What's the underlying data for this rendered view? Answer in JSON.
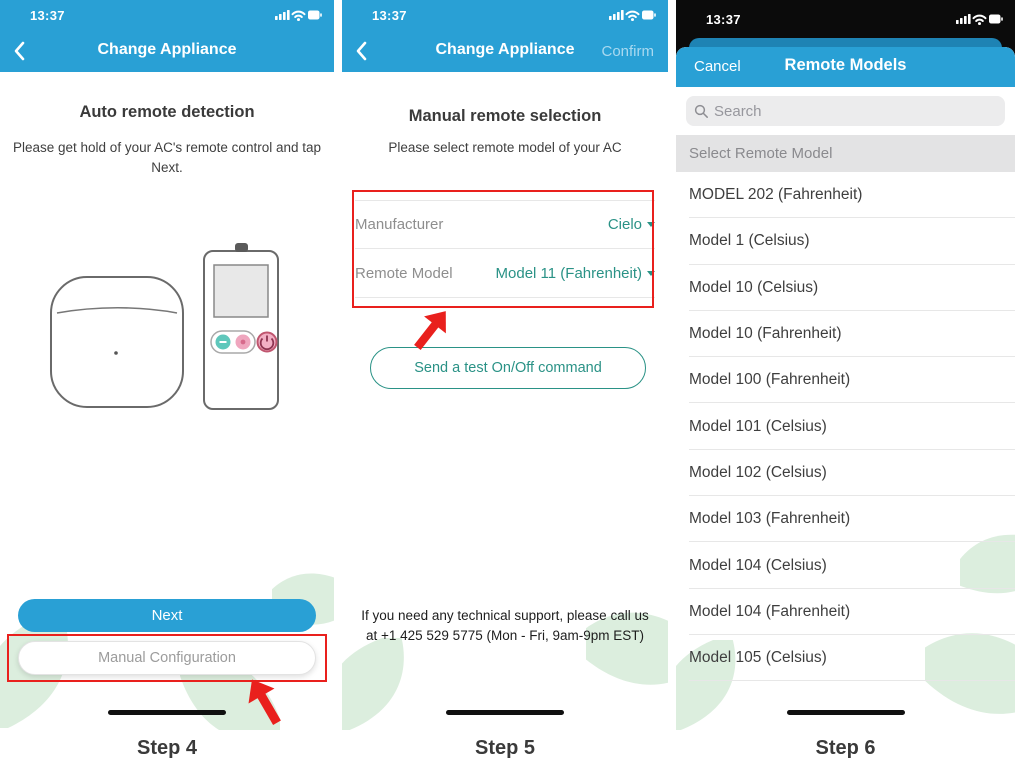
{
  "colors": {
    "header_blue": "#29A0D5",
    "behind_sheet_blue": "#1E83B4",
    "accent_teal": "#2A9286",
    "annotation_red": "#E9201D",
    "leaf_green": "#DCEEDE"
  },
  "icons": {
    "back": "chevron-left",
    "signal": "cellular-bars",
    "wifi": "wifi-arcs",
    "battery": "battery-full",
    "search": "magnifier",
    "dropdown": "caret-down",
    "power": "power-symbol"
  },
  "panels": [
    {
      "step_label": "Step 4",
      "status_time": "13:37",
      "nav_title": "Change Appliance",
      "heading": "Auto remote detection",
      "instruction": "Please get hold of your AC's remote control and tap Next.",
      "next_button": "Next",
      "manual_button": "Manual Configuration"
    },
    {
      "step_label": "Step 5",
      "status_time": "13:37",
      "nav_title": "Change Appliance",
      "confirm_button": "Confirm",
      "heading": "Manual remote selection",
      "instruction": "Please select remote model of your AC",
      "form": {
        "manufacturer_label": "Manufacturer",
        "manufacturer_value": "Cielo",
        "model_label": "Remote Model",
        "model_value": "Model 11 (Fahrenheit)"
      },
      "test_button": "Send a test On/Off command",
      "support_text": "If you need any technical support, please call us at +1 425 529 5775 (Mon - Fri, 9am-9pm EST)"
    },
    {
      "step_label": "Step 6",
      "status_time": "13:37",
      "cancel_button": "Cancel",
      "nav_title": "Remote Models",
      "search_placeholder": "Search",
      "section_header": "Select Remote Model",
      "models": [
        "MODEL 202 (Fahrenheit)",
        "Model 1 (Celsius)",
        "Model 10 (Celsius)",
        "Model 10 (Fahrenheit)",
        "Model 100 (Fahrenheit)",
        "Model 101 (Celsius)",
        "Model 102 (Celsius)",
        "Model 103 (Fahrenheit)",
        "Model 104 (Celsius)",
        "Model 104 (Fahrenheit)",
        "Model 105 (Celsius)"
      ]
    }
  ]
}
